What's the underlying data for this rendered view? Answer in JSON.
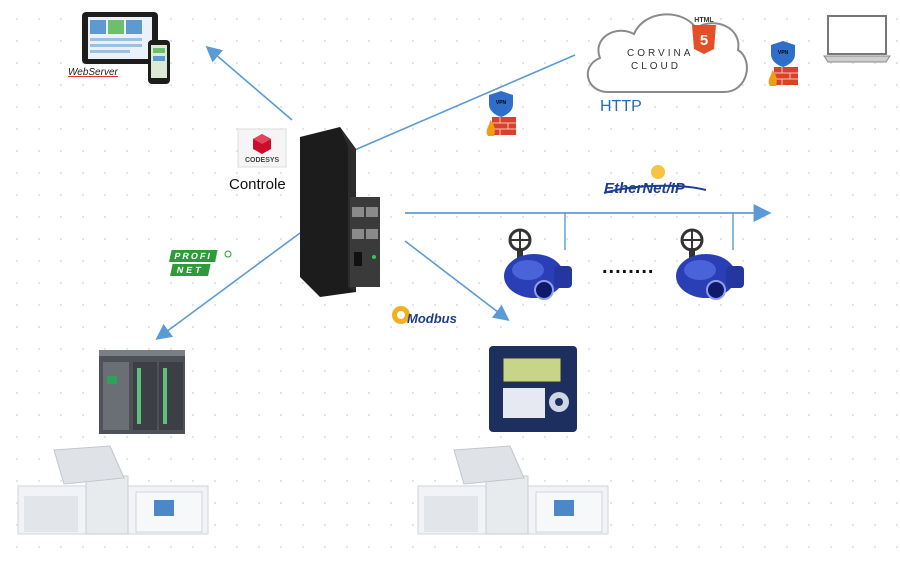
{
  "labels": {
    "controle": "Controle",
    "webserver": "WebServer",
    "http": "HTTP",
    "dots": "........",
    "cloud_line1": "CORVINA",
    "cloud_line2": "CLOUD",
    "html5": "HTML",
    "html5_number": "5",
    "codesys": "CODESYS",
    "ethernet_ip": "EtherNet/IP",
    "modbus": "Modbus",
    "profinet_1": "PROFI",
    "profinet_2": "NET",
    "vpn": "VPN"
  },
  "colors": {
    "arrow": "#5b9bd5",
    "http_text": "#2a6ab5",
    "actuator": "#2a3fb5",
    "profinet": "#2e9b3a",
    "firewall": "#d9412b",
    "shield": "#2f6fc9",
    "html5": "#e34f26"
  }
}
